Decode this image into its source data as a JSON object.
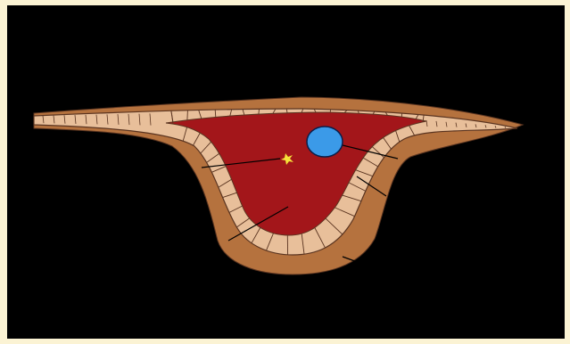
{
  "diagram": {
    "colors": {
      "page_background": "#fbf3d4",
      "canvas_background": "#000000",
      "outer_tissue": "#b5723e",
      "cell_layer_fill": "#e8bf9a",
      "cell_outline": "#5a3420",
      "central_mass": "#a3161a",
      "vacuole": "#3b9ae8",
      "vacuole_outline": "#0a1e4a",
      "small_particle": "#f5e23a",
      "leader_line": "#000000"
    },
    "parts": [
      {
        "id": "outer-tissue-layer",
        "icon": "tan-outer-layer"
      },
      {
        "id": "cell-layer",
        "icon": "segmented-cell-band"
      },
      {
        "id": "central-mass",
        "icon": "red-core"
      },
      {
        "id": "blue-vacuole",
        "icon": "blue-oval"
      },
      {
        "id": "yellow-particle",
        "icon": "yellow-star"
      }
    ],
    "leader_line_count": 5,
    "labels": []
  }
}
